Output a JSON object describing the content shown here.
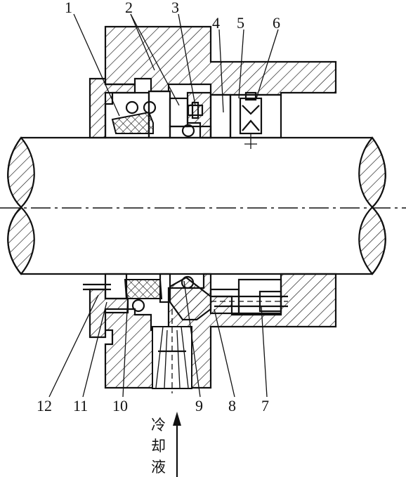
{
  "labels": {
    "l1": "1",
    "l2": "2",
    "l3": "3",
    "l4": "4",
    "l5": "5",
    "l6": "6",
    "l7": "7",
    "l8": "8",
    "l9": "9",
    "l10": "10",
    "l11": "11",
    "l12": "12"
  },
  "coolant": {
    "c1": "冷",
    "c2": "却",
    "c3": "液"
  }
}
